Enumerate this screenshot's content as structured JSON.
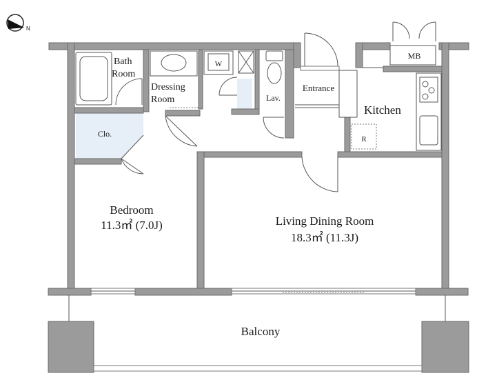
{
  "rooms": {
    "bath": [
      "Bath",
      "Room"
    ],
    "dressing": [
      "Dressing",
      "Room"
    ],
    "washer": "W",
    "lav": "Lav.",
    "entrance": "Entrance",
    "mb": "MB",
    "kitchen": "Kitchen",
    "fridge": "R",
    "closet": "Clo.",
    "bedroom": {
      "name": "Bedroom",
      "area": "11.3㎡ (7.0J)"
    },
    "living": {
      "name": "Living Dining Room",
      "area": "18.3㎡ (11.3J)"
    },
    "balcony": "Balcony"
  },
  "compass": {
    "north_symbol": "N",
    "icon": "north-arrow-icon"
  },
  "colors": {
    "wall": "#9b9b9b",
    "storage_fill": "#e6eef7"
  }
}
